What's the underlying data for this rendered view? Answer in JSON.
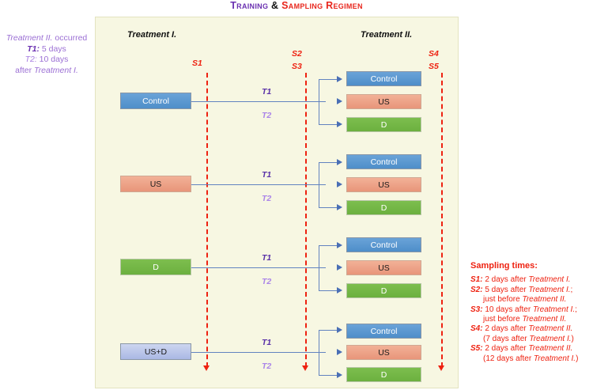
{
  "title": {
    "part_training": "Training ",
    "part_amp": "& ",
    "part_sampling": "Sampling Regimen",
    "color_training": "#6a30b0",
    "color_amp": "#111111",
    "color_sampling": "#e8261c"
  },
  "left_note": {
    "line1_a": "Treatment II.",
    "line1_b": " occurred",
    "line2_key": "T1:",
    "line2_val": "  5 days",
    "line3_key": "T2:",
    "line3_val": " 10 days",
    "line4_a": "after ",
    "line4_b": "Treatment I."
  },
  "panel": {
    "background": "#f7f7e2",
    "headers": {
      "treatment_1": "Treatment I.",
      "treatment_2": "Treatment II."
    }
  },
  "sampling_lines": [
    {
      "id": "S1",
      "label": "S1"
    },
    {
      "id": "S2",
      "label": "S2"
    },
    {
      "id": "S3",
      "label": "S3"
    },
    {
      "id": "S4",
      "label": "S4"
    },
    {
      "id": "S5",
      "label": "S5"
    }
  ],
  "time_labels": {
    "t1": "T1",
    "t2": "T2",
    "t1_color": "#5a32a8",
    "t2_color": "#ab85e8"
  },
  "groups": [
    {
      "left_label": "Control",
      "left_style": "control",
      "right": [
        {
          "label": "Control",
          "style": "control"
        },
        {
          "label": "US",
          "style": "us"
        },
        {
          "label": "D",
          "style": "d"
        }
      ]
    },
    {
      "left_label": "US",
      "left_style": "us",
      "right": [
        {
          "label": "Control",
          "style": "control"
        },
        {
          "label": "US",
          "style": "us"
        },
        {
          "label": "D",
          "style": "d"
        }
      ]
    },
    {
      "left_label": "D",
      "left_style": "d",
      "right": [
        {
          "label": "Control",
          "style": "control"
        },
        {
          "label": "US",
          "style": "us"
        },
        {
          "label": "D",
          "style": "d"
        }
      ]
    },
    {
      "left_label": "US+D",
      "left_style": "usd",
      "right": [
        {
          "label": "Control",
          "style": "control"
        },
        {
          "label": "US",
          "style": "us"
        },
        {
          "label": "D",
          "style": "d"
        }
      ]
    }
  ],
  "legend": {
    "title": "Sampling times:",
    "color": "#ee2211",
    "rows": [
      {
        "key": "S1:",
        "text_a": " 2 days after ",
        "text_b": "Treatment I.",
        "text_c": "",
        "sub": null
      },
      {
        "key": "S2:",
        "text_a": " 5 days after ",
        "text_b": "Treatment I.",
        "text_c": ";",
        "sub_a": "just before ",
        "sub_b": "Treatment II.",
        "sub_c": ""
      },
      {
        "key": "S3:",
        "text_a": " 10 days after ",
        "text_b": "Treatment I.",
        "text_c": ";",
        "sub_a": "just before ",
        "sub_b": "Treatment II.",
        "sub_c": ""
      },
      {
        "key": "S4:",
        "text_a": " 2 days after ",
        "text_b": "Treatment II.",
        "text_c": "",
        "sub_a": "(7 days after ",
        "sub_b": "Treatment I.",
        "sub_c": ")"
      },
      {
        "key": "S5:",
        "text_a": " 2 days after ",
        "text_b": "Treatment II.",
        "text_c": "",
        "sub_a": "(12 days after ",
        "sub_b": "Treatment I.",
        "sub_c": ")"
      }
    ]
  }
}
